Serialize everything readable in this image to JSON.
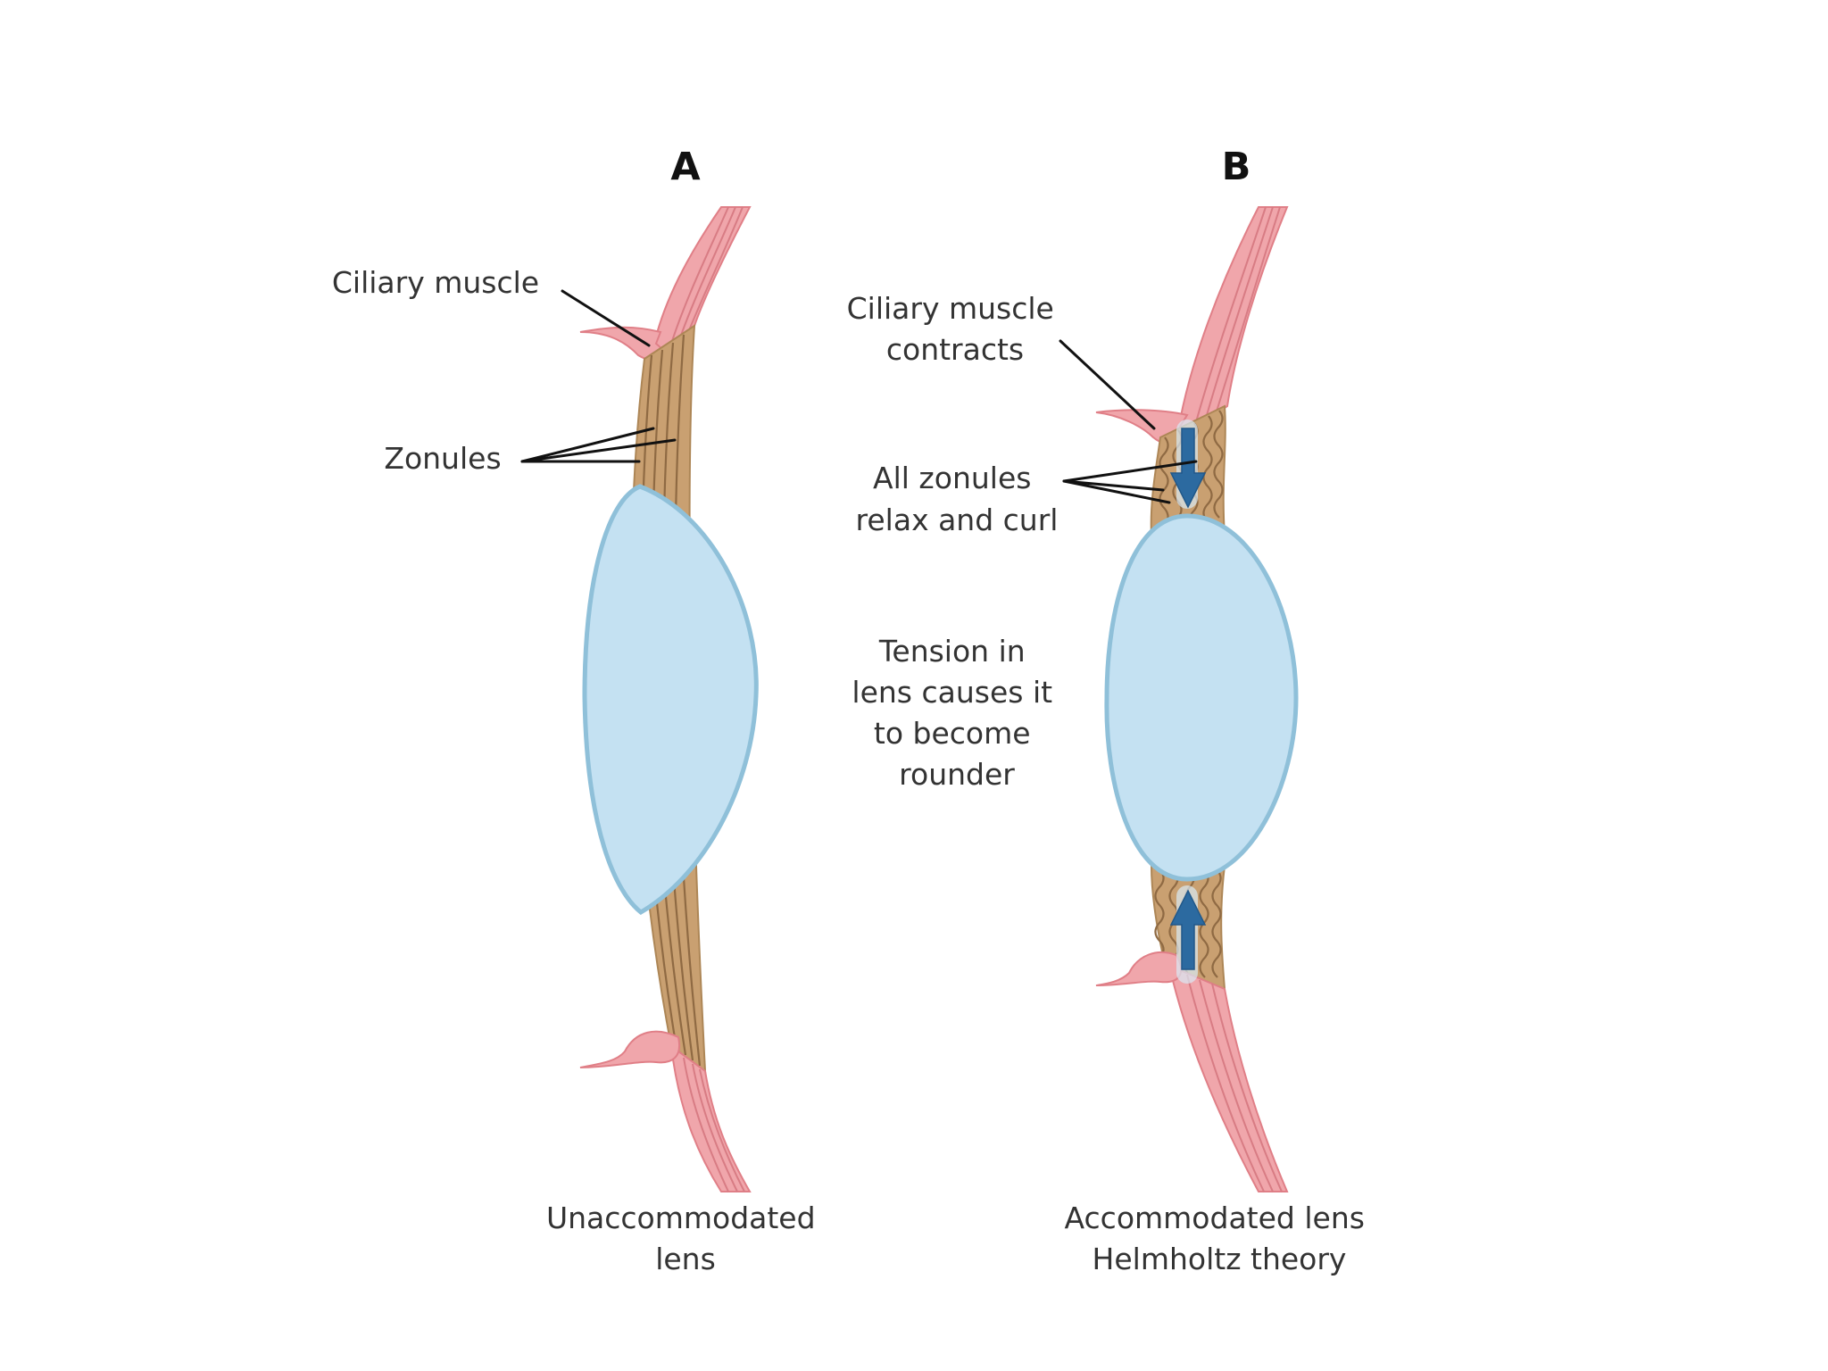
{
  "panels": [
    {
      "letter": "A",
      "caption_lines": [
        "Unaccommodated",
        "lens"
      ],
      "callouts": {
        "ciliary_muscle": "Ciliary muscle",
        "zonules": "Zonules"
      }
    },
    {
      "letter": "B",
      "caption_lines": [
        "Accommodated lens",
        "Helmholtz theory"
      ],
      "callouts": {
        "ciliary_muscle_lines": [
          "Ciliary muscle",
          "contracts"
        ],
        "zonules_lines": [
          "All zonules",
          "relax and curl"
        ],
        "tension_lines": [
          "Tension in",
          "lens causes it",
          "to become",
          "rounder"
        ]
      }
    }
  ],
  "colors": {
    "muscle": "#f0a6ab",
    "zonules": "#c9a071",
    "lens": "#c4e1f2",
    "arrow": "#2c6aa0"
  }
}
